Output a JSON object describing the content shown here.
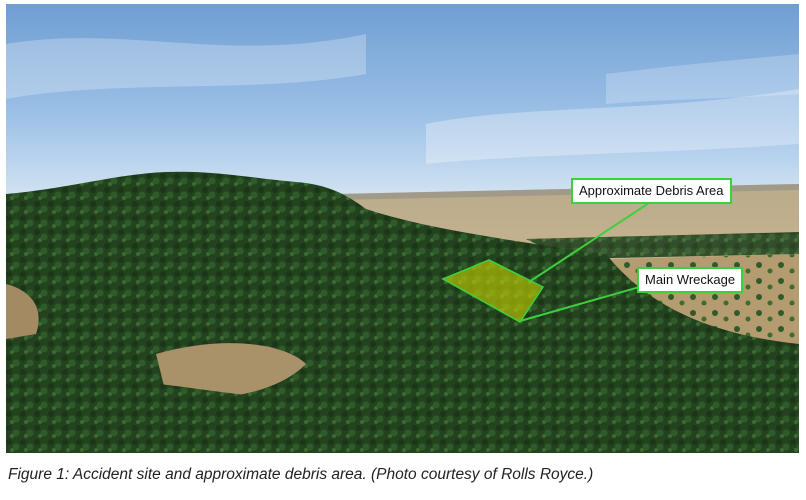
{
  "photo": {
    "annotations": {
      "debris_area_label": "Approximate Debris Area",
      "main_wreckage_label": "Main Wreckage",
      "highlight_color": "#3ecf3e",
      "debris_fill_color": "#c8d400"
    }
  },
  "caption": "Figure 1: Accident site and approximate debris area. (Photo courtesy of Rolls Royce.)"
}
